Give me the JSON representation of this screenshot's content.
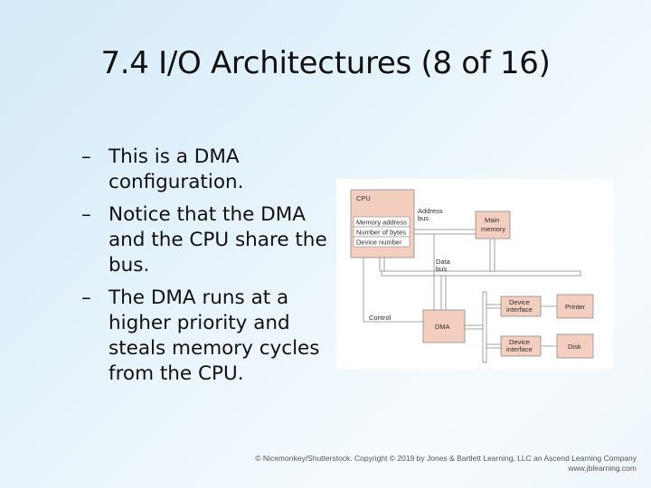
{
  "slide": {
    "title": "7.4 I/O Architectures (8 of 16)",
    "bullets": [
      "This is a DMA configuration.",
      "Notice that the DMA and the CPU share the bus.",
      "The DMA runs at a higher priority and steals memory cycles from the CPU."
    ],
    "bullet_marker": "–"
  },
  "diagram": {
    "cpu": "CPU",
    "memory_address": "Memory address",
    "number_of_bytes": "Number of bytes",
    "device_number": "Device number",
    "address_bus_1": "Address",
    "address_bus_2": "bus",
    "main_memory_1": "Main",
    "main_memory_2": "memory",
    "data_bus_1": "Data",
    "data_bus_2": "bus",
    "control": "Control",
    "dma": "DMA",
    "device_interface_a_1": "Device",
    "device_interface_a_2": "interface",
    "device_interface_b_1": "Device",
    "device_interface_b_2": "interface",
    "printer": "Printer",
    "disk": "Disk"
  },
  "footer": {
    "copyright": "© Nicemonkey/Shutterstock. Copyright © 2019 by Jones & Bartlett Learning, LLC an Ascend Learning Company",
    "website": "www.jblearning.com"
  }
}
